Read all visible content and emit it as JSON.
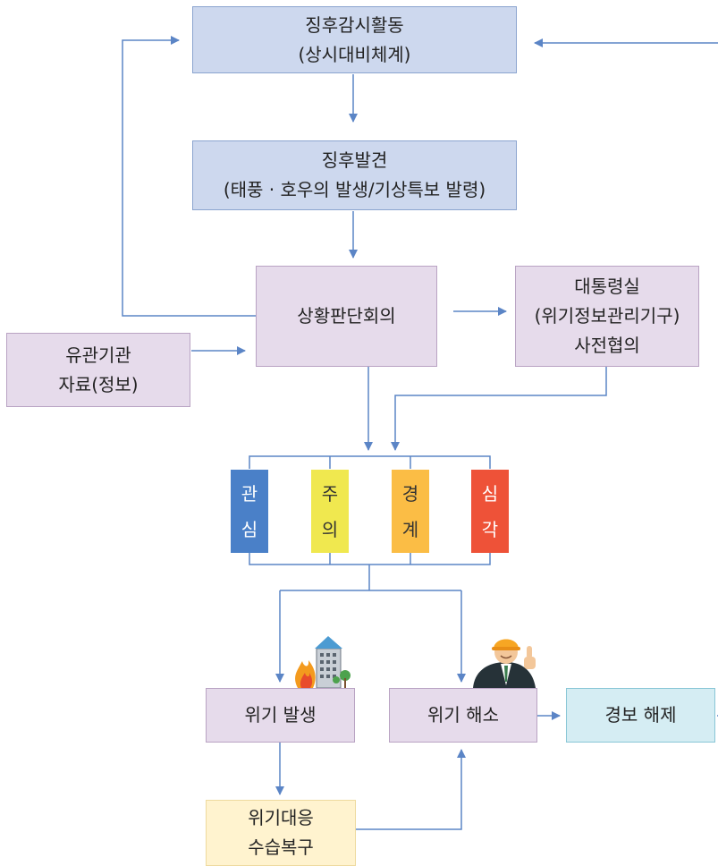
{
  "nodes": {
    "monitoring": {
      "line1": "징후감시활동",
      "line2": "(상시대비체계)"
    },
    "detection": {
      "line1": "징후발견",
      "line2": "(태풍 · 호우의 발생/기상특보 발령)"
    },
    "situation_meeting": {
      "line1": "상황판단회의"
    },
    "presidential_office": {
      "line1": "대통령실",
      "line2": "(위기정보관리기구)",
      "line3": "사전협의"
    },
    "agency_data": {
      "line1": "유관기관",
      "line2": "자료(정보)"
    },
    "crisis_occurs": {
      "line1": "위기 발생"
    },
    "crisis_resolved": {
      "line1": "위기 해소"
    },
    "alert_lifted": {
      "line1": "경보 해제"
    },
    "response_recovery": {
      "line1": "위기대응",
      "line2": "수습복구"
    }
  },
  "levels": [
    {
      "top": "관",
      "bottom": "심",
      "color": "#4a80c8",
      "text_color": "#ffffff"
    },
    {
      "top": "주",
      "bottom": "의",
      "color": "#f0e84f",
      "text_color": "#333333"
    },
    {
      "top": "경",
      "bottom": "계",
      "color": "#fbbd45",
      "text_color": "#333333"
    },
    {
      "top": "심",
      "bottom": "각",
      "color": "#ee5238",
      "text_color": "#ffffff"
    }
  ],
  "colors": {
    "connector": "#5b85c6"
  },
  "icons": [
    "burning-building-icon",
    "worker-thumbs-up-icon"
  ]
}
